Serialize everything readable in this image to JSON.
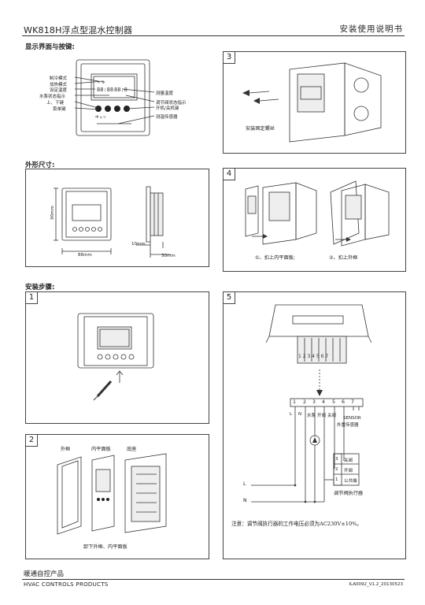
{
  "header": {
    "title": "WK818H浮点型混水控制器",
    "right": "安装使用说明书"
  },
  "sections": {
    "display": "显示界面与按键:",
    "dims": "外形尺寸:",
    "install": "安装步骤:"
  },
  "display_labels": {
    "cool": "制冷模式",
    "heat": "加热模式",
    "set_temp": "设定温度",
    "valve": "水泵状态指示",
    "updown": "上、下键",
    "menu": "菜单键",
    "measured": "测量温度",
    "valve_ind": "调节阀状态指示",
    "power": "开机/关机键",
    "sensor": "测温传感器"
  },
  "dims": {
    "h": "90mm",
    "w": "86mm",
    "d1": "10mm",
    "d2": "30mm"
  },
  "steps": {
    "s1": "1",
    "s2": "2",
    "s3": "3",
    "s4": "4",
    "s5": "5",
    "s2_outer": "外框",
    "s2_inner": "内平面板",
    "s2_base": "底座",
    "s2_caption": "卸下外框、内平面板",
    "s3_caption": "安装固定螺丝",
    "s4_cap1": "①、扣上内平面板;",
    "s4_cap2": "②、扣上外框"
  },
  "wiring": {
    "terminals": [
      "1",
      "2",
      "3",
      "4",
      "5",
      "6",
      "7"
    ],
    "labels": [
      "L",
      "N",
      "水泵",
      "开阀",
      "关阀"
    ],
    "sensor_en": "SENSOR",
    "sensor_cn": "外置传感器",
    "actuator_rows": [
      "关阀",
      "开阀",
      "公共端"
    ],
    "actuator_nums": [
      "3",
      "2",
      "1"
    ],
    "actuator": "调节阀执行器",
    "L": "L",
    "N": "N",
    "note": "注意：调节阀执行器的工作电压必须为AC230V±10%。"
  },
  "footer": {
    "cn": "暖通自控产品",
    "en": "HVAC CONTROLS PRODUCTS",
    "code": "ILA0092_V1.2_20130523"
  }
}
